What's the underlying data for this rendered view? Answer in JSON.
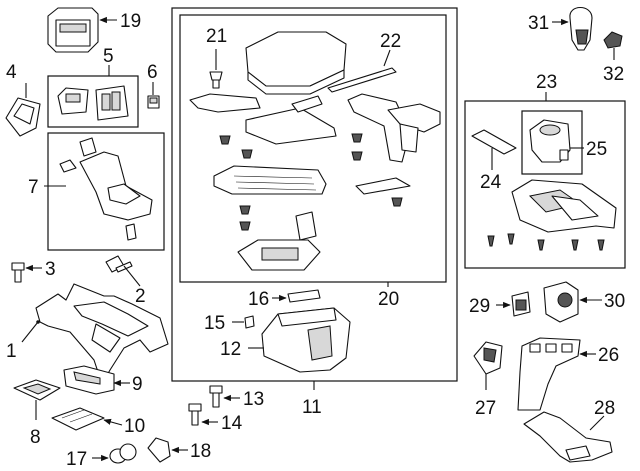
{
  "callouts": {
    "n1": "1",
    "n2": "2",
    "n3": "3",
    "n4": "4",
    "n5": "5",
    "n6": "6",
    "n7": "7",
    "n8": "8",
    "n9": "9",
    "n10": "10",
    "n11": "11",
    "n12": "12",
    "n13": "13",
    "n14": "14",
    "n15": "15",
    "n16": "16",
    "n17": "17",
    "n18": "18",
    "n19": "19",
    "n20": "20",
    "n21": "21",
    "n22": "22",
    "n23": "23",
    "n24": "24",
    "n25": "25",
    "n26": "26",
    "n27": "27",
    "n28": "28",
    "n29": "29",
    "n30": "30",
    "n31": "31",
    "n32": "32"
  }
}
